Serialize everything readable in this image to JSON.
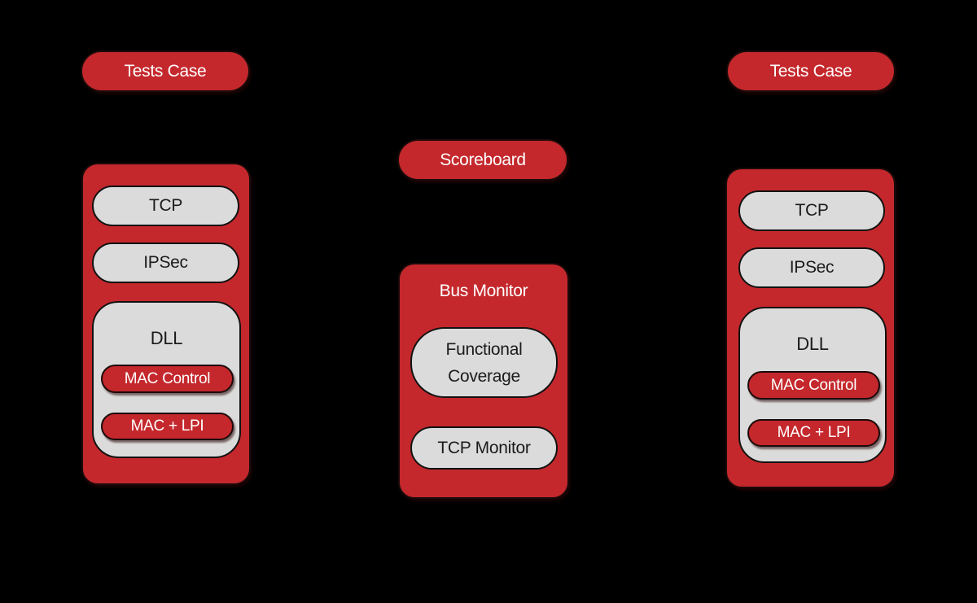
{
  "colors": {
    "red": "#c4282c",
    "gray": "#dbdbdb",
    "outline_dark": "#1c0a0a",
    "text_light": "#ffffff",
    "text_dark": "#1b1b1b",
    "bg": "#000000"
  },
  "left_column": {
    "tests_case_label": "Tests Case",
    "stack": {
      "tcp_label": "TCP",
      "ipsec_label": "IPSec",
      "dll": {
        "label": "DLL",
        "mac_control_label": "MAC Control",
        "mac_lpi_label": "MAC + LPI"
      }
    }
  },
  "middle_column": {
    "scoreboard_label": "Scoreboard",
    "bus_monitor": {
      "label": "Bus Monitor",
      "functional_coverage_label": "Functional Coverage",
      "tcp_monitor_label": "TCP Monitor"
    }
  },
  "right_column": {
    "tests_case_label": "Tests Case",
    "stack": {
      "tcp_label": "TCP",
      "ipsec_label": "IPSec",
      "dll": {
        "label": "DLL",
        "mac_control_label": "MAC Control",
        "mac_lpi_label": "MAC + LPI"
      }
    }
  }
}
